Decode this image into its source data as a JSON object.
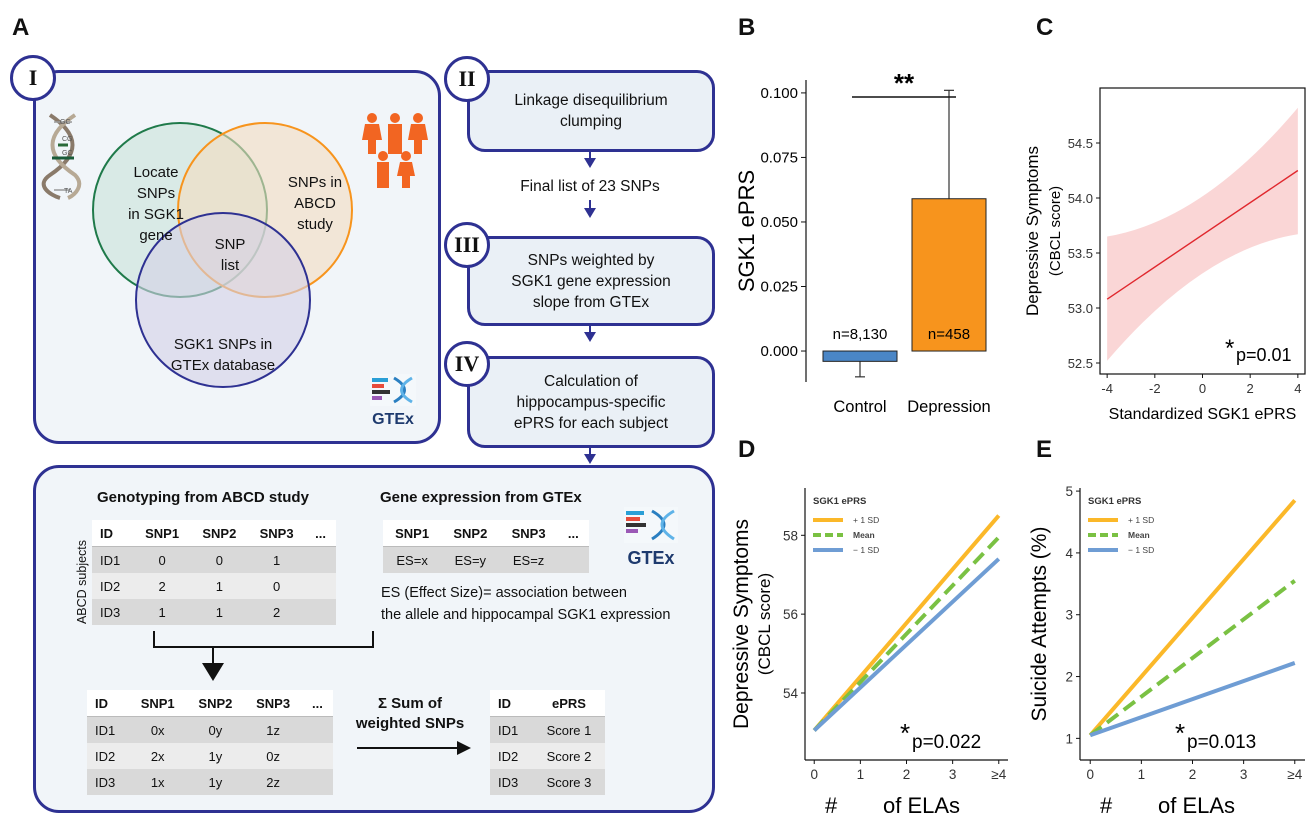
{
  "panel_labels": {
    "a": "A",
    "b": "B",
    "c": "C",
    "d": "D",
    "e": "E"
  },
  "panel_a": {
    "roman": {
      "i": "I",
      "ii": "II",
      "iii": "III",
      "iv": "IV"
    },
    "venn": {
      "green_line1": "Locate",
      "green_line2": "SNPs",
      "green_line3": "in SGK1",
      "green_line4": "gene",
      "orange_line1": "SNPs in",
      "orange_line2": "ABCD",
      "orange_line3": "study",
      "center_line1": "SNP",
      "center_line2": "list",
      "blue_line1": "SGK1 SNPs in",
      "blue_line2": "GTEx database"
    },
    "dna_letters": [
      "GC",
      "CG",
      "GC",
      "TA"
    ],
    "gtex_label": "GTEx",
    "steps": {
      "s2_line1": "Linkage disequilibrium",
      "s2_line2": "clumping",
      "final_list": "Final list of 23 SNPs",
      "s3_line1": "SNPs weighted by",
      "s3_line2": "SGK1 gene expression",
      "s3_line3": "slope from GTEx",
      "s4_line1": "Calculation of",
      "s4_line2": "hippocampus-specific",
      "s4_line3": "ePRS for each subject"
    },
    "bottom": {
      "genotyping_title": "Genotyping from ABCD study",
      "gene_expr_title": "Gene expression from GTEx",
      "abcd_subjects": "ABCD subjects",
      "geno_headers": [
        "ID",
        "SNP1",
        "SNP2",
        "SNP3",
        "..."
      ],
      "geno_rows": [
        [
          "ID1",
          "0",
          "0",
          "1",
          ""
        ],
        [
          "ID2",
          "2",
          "1",
          "0",
          ""
        ],
        [
          "ID3",
          "1",
          "1",
          "2",
          ""
        ]
      ],
      "es_headers": [
        "SNP1",
        "SNP2",
        "SNP3",
        "..."
      ],
      "es_row": [
        "ES=x",
        "ES=y",
        "ES=z",
        ""
      ],
      "es_note1": "ES (Effect Size)= association between",
      "es_note2": "the allele and hippocampal SGK1 expression",
      "w_headers": [
        "ID",
        "SNP1",
        "SNP2",
        "SNP3",
        "..."
      ],
      "w_rows": [
        [
          "ID1",
          "0x",
          "0y",
          "1z",
          ""
        ],
        [
          "ID2",
          "2x",
          "1y",
          "0z",
          ""
        ],
        [
          "ID3",
          "1x",
          "1y",
          "2z",
          ""
        ]
      ],
      "sum_line1": "Σ Sum of",
      "sum_line2": "weighted SNPs",
      "p_headers": [
        "ID",
        "ePRS"
      ],
      "p_rows": [
        [
          "ID1",
          "Score 1"
        ],
        [
          "ID2",
          "Score 2"
        ],
        [
          "ID3",
          "Score 3"
        ]
      ]
    }
  },
  "chart_data": [
    {
      "panel": "B",
      "type": "bar",
      "categories": [
        "Control",
        "Depression"
      ],
      "values": [
        -0.004,
        0.059
      ],
      "error_bars": [
        [
          -0.01,
          -0.004
        ],
        [
          0.059,
          0.101
        ]
      ],
      "colors": [
        "#4a86c6",
        "#f7941d"
      ],
      "bar_labels": [
        "n=8,130",
        "n=458"
      ],
      "ylabel": "SGK1 ePRS",
      "ylim": [
        -0.012,
        0.105
      ],
      "yticks": [
        "0.000",
        "0.025",
        "0.050",
        "0.075",
        "0.100"
      ],
      "significance": "**"
    },
    {
      "panel": "C",
      "type": "line",
      "x": [
        -4,
        4
      ],
      "y": [
        53.08,
        54.25
      ],
      "ci_lower": [
        52.52,
        53.67
      ],
      "ci_upper": [
        53.65,
        54.82
      ],
      "xlabel": "Standardized SGK1 ePRS",
      "ylabel": "Depressive Symptoms",
      "ylabel2": "(CBCL score)",
      "xticks": [
        "-4",
        "-2",
        "0",
        "2",
        "4"
      ],
      "yticks": [
        "52.5",
        "53.0",
        "53.5",
        "54.0",
        "54.5"
      ],
      "xlim": [
        -4.3,
        4.3
      ],
      "ylim": [
        52.4,
        55.0
      ],
      "annotation_star": "*",
      "annotation": "p=0.01"
    },
    {
      "panel": "D",
      "type": "line",
      "x": [
        0,
        4
      ],
      "series": [
        {
          "name": "+ 1 SD",
          "values": [
            53.05,
            58.5
          ],
          "color": "#fbb829",
          "dashed": false
        },
        {
          "name": "Mean",
          "values": [
            53.05,
            57.95
          ],
          "color": "#7ac143",
          "dashed": true
        },
        {
          "name": "− 1 SD",
          "values": [
            53.05,
            57.4
          ],
          "color": "#6f9dd4",
          "dashed": false
        }
      ],
      "legend_title": "SGK1 ePRS",
      "xlabel_hash": "#",
      "xlabel": "of ELAs",
      "ylabel": "Depressive Symptoms",
      "ylabel2": "(CBCL score)",
      "xticks": [
        "0",
        "1",
        "2",
        "3",
        "≥4"
      ],
      "yticks": [
        "54",
        "56",
        "58"
      ],
      "xlim": [
        -0.2,
        4.2
      ],
      "ylim": [
        52.3,
        59.2
      ],
      "annotation_star": "*",
      "annotation": "p=0.022"
    },
    {
      "panel": "E",
      "type": "line",
      "x": [
        0,
        4
      ],
      "series": [
        {
          "name": "+ 1 SD",
          "values": [
            1.05,
            4.85
          ],
          "color": "#fbb829",
          "dashed": false
        },
        {
          "name": "Mean",
          "values": [
            1.05,
            3.55
          ],
          "color": "#7ac143",
          "dashed": true
        },
        {
          "name": "− 1 SD",
          "values": [
            1.05,
            2.22
          ],
          "color": "#6f9dd4",
          "dashed": false
        }
      ],
      "legend_title": "SGK1 ePRS",
      "xlabel_hash": "#",
      "xlabel": "of ELAs",
      "ylabel": "Suicide Attempts (%)",
      "xticks": [
        "0",
        "1",
        "2",
        "3",
        "≥4"
      ],
      "yticks": [
        "1",
        "2",
        "3",
        "4",
        "5"
      ],
      "xlim": [
        -0.2,
        4.2
      ],
      "ylim": [
        0.65,
        5.05
      ],
      "annotation_star": "*",
      "annotation": "p=0.013"
    }
  ]
}
